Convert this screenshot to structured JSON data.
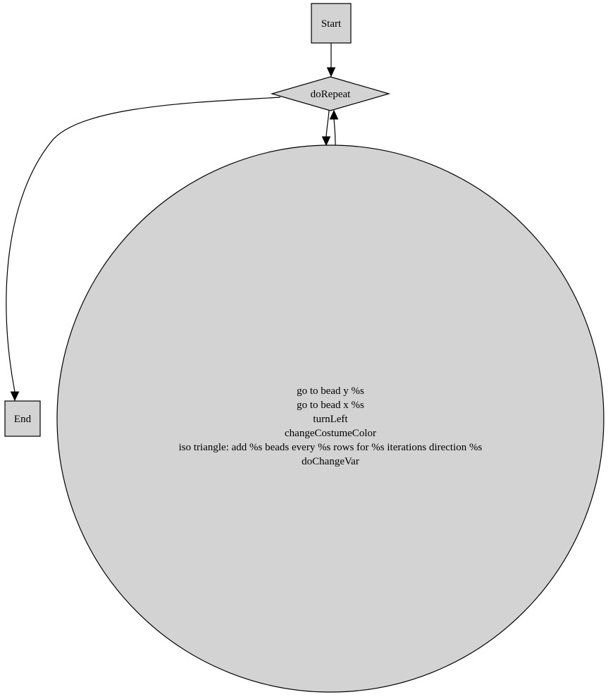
{
  "diagram": {
    "start_label": "Start",
    "decision_label": "doRepeat",
    "end_label": "End",
    "body_lines": [
      "go to bead y %s",
      "go to bead x %s",
      "turnLeft",
      "changeCostumeColor",
      "iso triangle: add %s beads every %s rows for %s iterations direction %s",
      "doChangeVar"
    ]
  }
}
